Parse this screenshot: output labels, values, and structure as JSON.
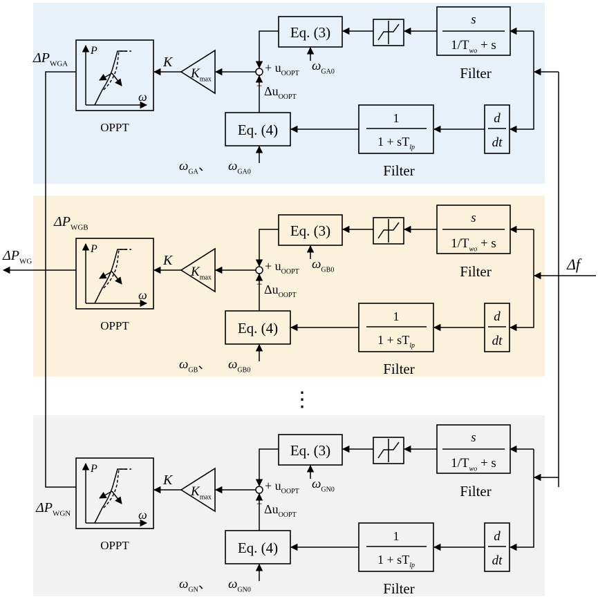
{
  "colors": {
    "panel_a": "#e8f0f9",
    "panel_b": "#fcf2dc",
    "panel_n": "#f2f2f2"
  },
  "signals": {
    "output": "ΔP",
    "output_sub": "WG",
    "input": "Δf"
  },
  "common": {
    "eq3": "Eq. (3)",
    "eq4": "Eq. (4)",
    "filter_label": "Filter",
    "oppt_label": "OPPT",
    "gain_k": "K",
    "kmax": "K",
    "kmax_sub": "max",
    "hp_num": "s",
    "hp_den": "1/T",
    "hp_den_sub": "wo",
    "hp_den_tail": " + s",
    "lp_num": "1",
    "lp_den": "1 + sT",
    "lp_den_sub": "lp",
    "deriv_num": "d",
    "deriv_den": "dt",
    "plus_u": "+ u",
    "minus": "−",
    "delta_u": "Δu",
    "oopt_sub": "OOPT",
    "axis_p": "P",
    "axis_w": "ω",
    "dots": "⋮"
  },
  "units": [
    {
      "id": "a",
      "dp": "ΔP",
      "dp_sub": "WGA",
      "w_in": "ω",
      "w_in_sub": "GA",
      "w_ref": "ω",
      "w_ref_sub": "GA0",
      "sep": "、"
    },
    {
      "id": "b",
      "dp": "ΔP",
      "dp_sub": "WGB",
      "w_in": "ω",
      "w_in_sub": "GB",
      "w_ref": "ω",
      "w_ref_sub": "GB0",
      "sep": "、"
    },
    {
      "id": "n",
      "dp": "ΔP",
      "dp_sub": "WGN",
      "w_in": "ω",
      "w_in_sub": "GN",
      "w_ref": "ω",
      "w_ref_sub": "GN0",
      "sep": "、"
    }
  ]
}
